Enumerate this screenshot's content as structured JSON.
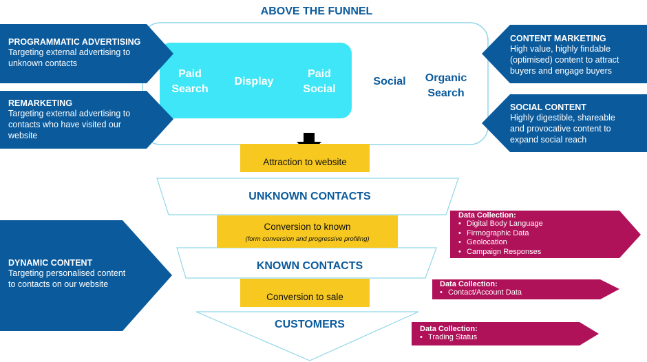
{
  "funnel": {
    "top_title": "ABOVE THE FUNNEL",
    "stage_1": "UNKNOWN CONTACTS",
    "stage_2": "KNOWN CONTACTS",
    "stage_3": "CUSTOMERS"
  },
  "channels": {
    "paid_search": [
      "Paid",
      "Search"
    ],
    "display": "Display",
    "paid_social": [
      "Paid",
      "Social"
    ],
    "social": "Social",
    "organic_search": [
      "Organic",
      "Search"
    ]
  },
  "conversions": {
    "attraction": "Attraction to website",
    "to_known": "Conversion to known",
    "to_known_note": "(form conversion and progressive profiling)",
    "to_sale": "Conversion to sale"
  },
  "left_boxes": {
    "programmatic": {
      "title": "PROGRAMMATIC ADVERTISING",
      "lines": [
        "Targeting external advertising to",
        "unknown contacts"
      ]
    },
    "remarketing": {
      "title": "REMARKETING",
      "lines": [
        "Targeting external advertising to",
        "contacts who have visited our",
        "website"
      ]
    },
    "dynamic": {
      "title": "DYNAMIC CONTENT",
      "lines": [
        "Targeting personalised content",
        "to contacts on our website"
      ]
    }
  },
  "right_boxes": {
    "content_marketing": {
      "title": "CONTENT MARKETING",
      "lines": [
        "High value, highly findable",
        "(optimised) content to attract",
        "buyers and engage buyers"
      ]
    },
    "social_content": {
      "title": "SOCIAL CONTENT",
      "lines": [
        "Highly digestible, shareable",
        "and provocative content to",
        "expand social reach"
      ]
    }
  },
  "data_collection": {
    "known": {
      "title": "Data Collection:",
      "items": [
        "Digital Body Language",
        "Firmographic Data",
        "Geolocation",
        "Campaign Responses"
      ]
    },
    "sale": {
      "title": "Data Collection:",
      "items": [
        "Contact/Account Data"
      ]
    },
    "customers": {
      "title": "Data Collection:",
      "items": [
        "Trading Status"
      ]
    }
  },
  "colors": {
    "dark_blue": "#0a5a9c",
    "cyan": "#3fe6f7",
    "outline": "#8fd6e8",
    "yellow": "#f7c81f",
    "magenta": "#b0125a"
  }
}
